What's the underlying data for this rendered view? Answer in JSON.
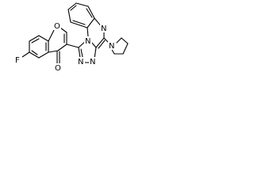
{
  "molecule": {
    "atoms": {
      "oxygen_pyran": "O",
      "oxygen_ketone": "O",
      "fluorine": "F",
      "nitrogen_quinoxaline": "N",
      "nitrogen_fusion": "N",
      "nitrogen_triazole_1": "N",
      "nitrogen_triazole_2": "N",
      "nitrogen_pyrrolidine": "N"
    }
  }
}
